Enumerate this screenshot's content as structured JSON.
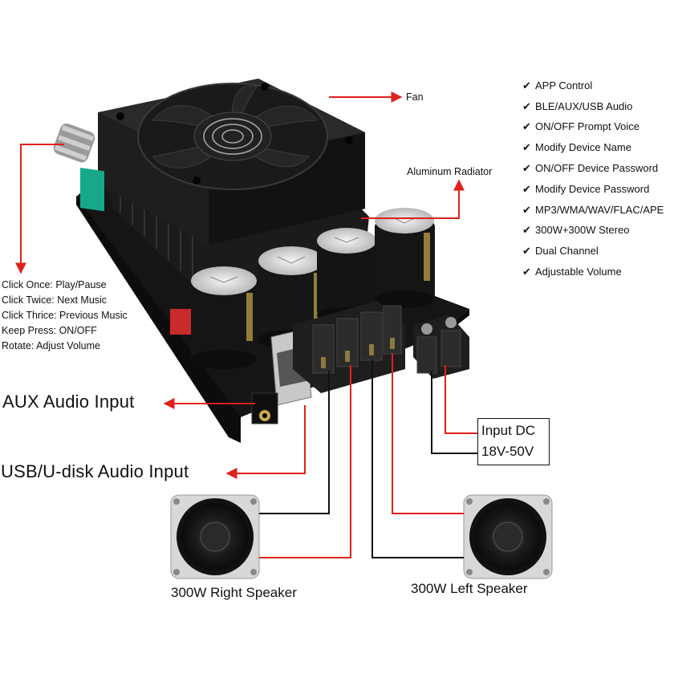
{
  "callouts": {
    "fan": "Fan",
    "radiator": "Aluminum Radiator",
    "aux_input": "AUX Audio Input",
    "usb_input": "USB/U-disk Audio Input",
    "dc_line1": "Input DC",
    "dc_line2": "18V-50V",
    "right_speaker": "300W Right Speaker",
    "left_speaker": "300W Left Speaker"
  },
  "knob_functions": [
    "Click Once: Play/Pause",
    "Click Twice: Next Music",
    "Click Thrice: Previous Music",
    "Keep Press: ON/OFF",
    "Rotate: Adjust Volume"
  ],
  "features": [
    "APP Control",
    "BLE/AUX/USB Audio",
    "ON/OFF Prompt Voice",
    "Modify Device Name",
    "ON/OFF Device Password",
    "Modify Device Password",
    "MP3/WMA/WAV/FLAC/APE",
    "300W+300W Stereo",
    "Dual Channel",
    "Adjustable Volume"
  ],
  "check_glyph": "✔",
  "colors": {
    "arrow_red": "#e0201b",
    "wire_black": "#111111",
    "board": "#1a1a1a",
    "fan": "#202020",
    "capacitor": "#151515",
    "terminal_green": "#17a88a",
    "red_block": "#c92a2a"
  }
}
